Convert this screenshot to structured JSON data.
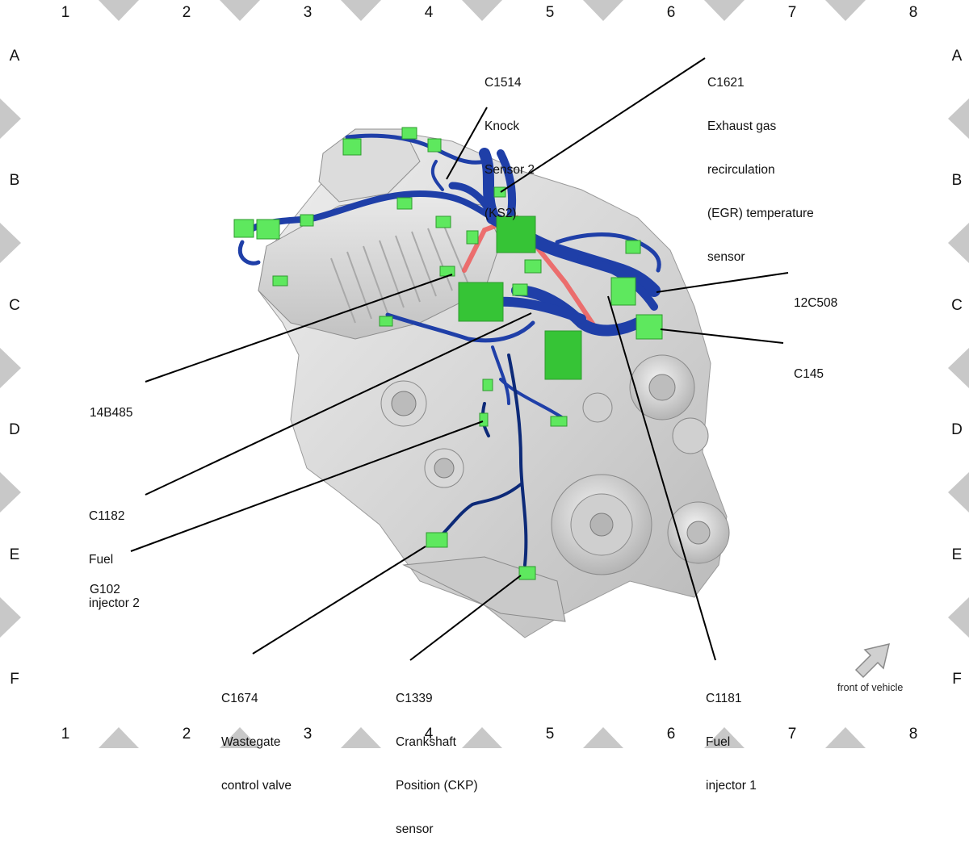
{
  "grid": {
    "columns": [
      "1",
      "2",
      "3",
      "4",
      "5",
      "6",
      "7",
      "8"
    ],
    "rows": [
      "A",
      "B",
      "C",
      "D",
      "E",
      "F"
    ]
  },
  "callouts": {
    "c1514": {
      "lines": [
        "C1514",
        "Knock",
        "Sensor 2",
        "(KS2)"
      ]
    },
    "c1621": {
      "lines": [
        "C1621",
        "Exhaust gas",
        "recirculation",
        "(EGR) temperature",
        "sensor"
      ]
    },
    "c12c508": {
      "lines": [
        "12C508"
      ]
    },
    "c145": {
      "lines": [
        "C145"
      ]
    },
    "c14b485": {
      "lines": [
        "14B485"
      ]
    },
    "c1182": {
      "lines": [
        "C1182",
        "Fuel",
        "injector 2"
      ]
    },
    "g102": {
      "lines": [
        "G102"
      ]
    },
    "c1674": {
      "lines": [
        "C1674",
        "Wastegate",
        "control valve"
      ]
    },
    "c1339": {
      "lines": [
        "C1339",
        "Crankshaft",
        "Position (CKP)",
        "sensor"
      ]
    },
    "c1181": {
      "lines": [
        "C1181",
        "Fuel",
        "injector 1"
      ]
    }
  },
  "front_of_vehicle": "front of vehicle",
  "colors": {
    "harness": "#1f3fa8",
    "harness_dark": "#0d2a78",
    "connector": "#5ee85e",
    "engine": "#d6d6d6",
    "hot_line": "#ee5b5b",
    "marker": "#c8c8c8"
  }
}
